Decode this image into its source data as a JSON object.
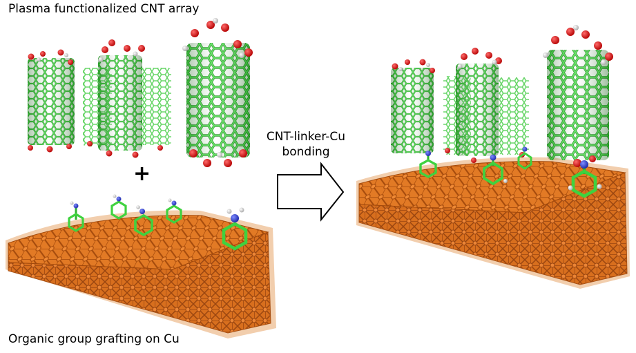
{
  "labels": {
    "title": "Plasma functionalized CNT array",
    "bottom": "Organic group grafting on Cu",
    "arrow_line1": "CNT-linker-Cu",
    "arrow_line2": "bonding",
    "plus": "+"
  },
  "colors": {
    "cnt_bond": "#3fd23f",
    "cnt_bond_dark": "#1f8f1f",
    "cnt_light": "#8fe88f",
    "oxygen": "#d01010",
    "hydrogen": "#e6e6e6",
    "nitrogen": "#2f3fd0",
    "copper": "#e2761f",
    "copper_dark": "#a34a0c",
    "copper_halo": "#e8a56a"
  },
  "icons": {
    "reaction_arrow": "arrow-right-icon"
  }
}
